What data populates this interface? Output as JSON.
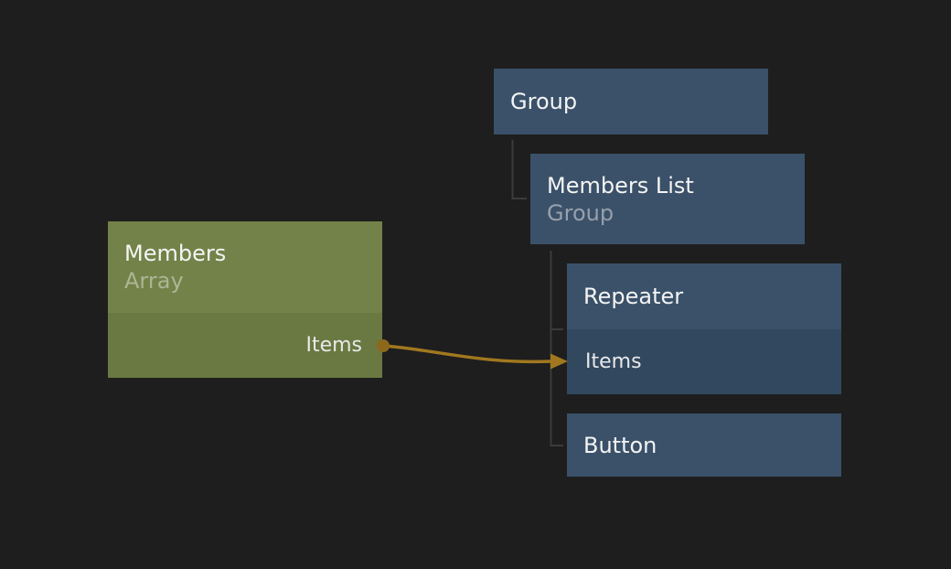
{
  "colors": {
    "background": "#1e1e1e",
    "node_blue_header": "#3a5169",
    "node_blue_row": "#32485f",
    "node_green_header": "#738249",
    "node_green_row": "#6a7941",
    "title_text": "#f4f4f4",
    "subtitle_blue_text": "#97a0ab",
    "subtitle_green_text": "#aeb593",
    "port_text": "#e9e9e9",
    "tree_line": "#3b3b3b",
    "wire": "#a1781f",
    "wire_dot": "#8c681c"
  },
  "nodes": {
    "group": {
      "title": "Group"
    },
    "members_list": {
      "title": "Members List",
      "subtitle": "Group"
    },
    "repeater": {
      "title": "Repeater",
      "port_label": "Items"
    },
    "button": {
      "title": "Button"
    },
    "members": {
      "title": "Members",
      "subtitle": "Array",
      "port_label": "Items"
    }
  },
  "connection": {
    "from_node": "Members",
    "from_port": "Items",
    "to_node": "Repeater",
    "to_port": "Items"
  }
}
